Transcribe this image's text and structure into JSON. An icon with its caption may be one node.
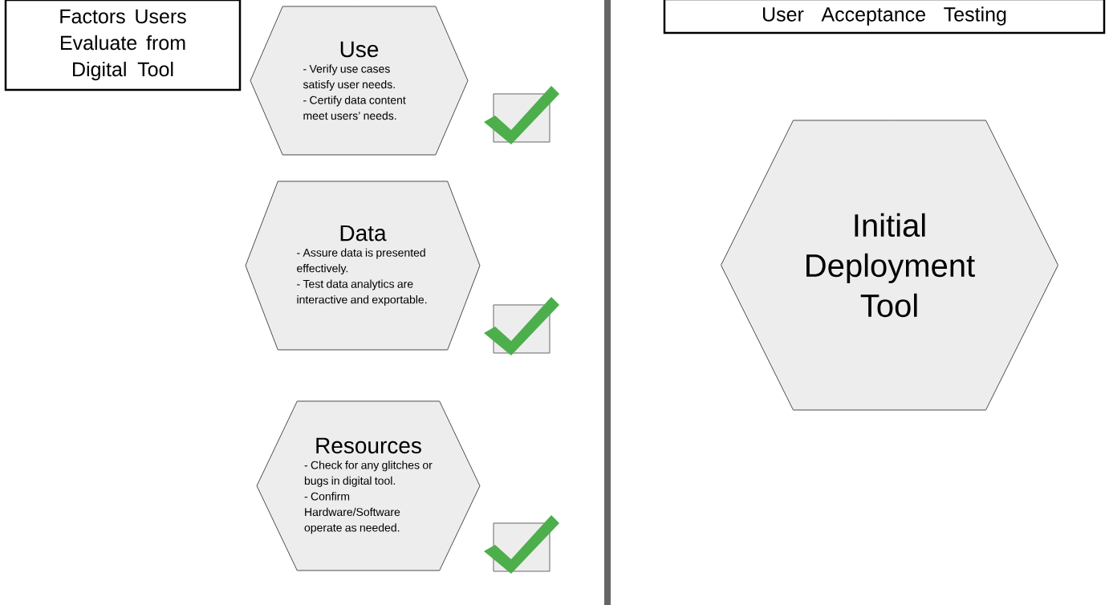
{
  "diagram": {
    "nodes": [
      {
        "text": [
          "Factors Users Evaluate from Digital Tool"
        ]
      },
      {
        "text": [
          "User Acceptance Testing"
        ]
      },
      {
        "text": [
          "Use",
          "- Verify use cases satisfy user needs.",
          "- Certify data content meet users’ needs."
        ]
      },
      {
        "text": [
          "Data",
          "- Assure data is presented effectively.",
          "- Test data analytics are interactive and exportable."
        ]
      },
      {
        "text": [
          "Resources",
          "- Check for any glitches or bugs in digital tool.",
          "- Confirm Hardware/Software operate as needed."
        ]
      },
      {
        "text": [
          "Initial Deployment Tool"
        ]
      }
    ],
    "edges": []
  }
}
